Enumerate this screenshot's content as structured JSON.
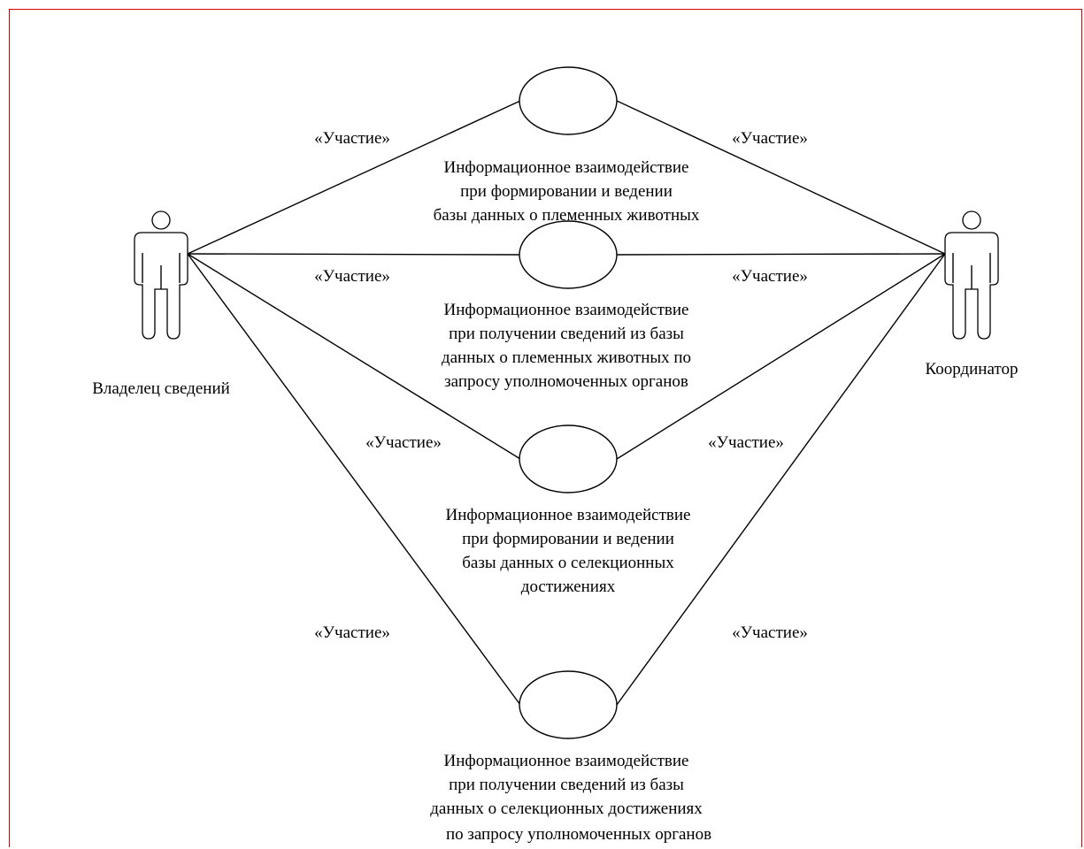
{
  "actors": {
    "left": {
      "name": "Владелец сведений"
    },
    "right": {
      "name": "Координатор"
    }
  },
  "stereotype": "«Участие»",
  "use_cases": [
    {
      "lines": [
        "Информационное взаимодействие",
        "при формировании и ведении",
        "базы данных о племенных животных"
      ]
    },
    {
      "lines": [
        "Информационное взаимодействие",
        "при получении сведений из базы",
        "данных о племенных животных по",
        "запросу уполномоченных органов"
      ]
    },
    {
      "lines": [
        "Информационное взаимодействие",
        "при формировании и ведении",
        "базы данных о селекционных",
        "достижениях"
      ]
    },
    {
      "lines": [
        "Информационное взаимодействие",
        "при получении сведений из базы",
        "данных о селекционных достижениях",
        "по запросу уполномоченных органов"
      ]
    }
  ],
  "colors": {
    "frame": "#d40000",
    "line": "#000000"
  }
}
